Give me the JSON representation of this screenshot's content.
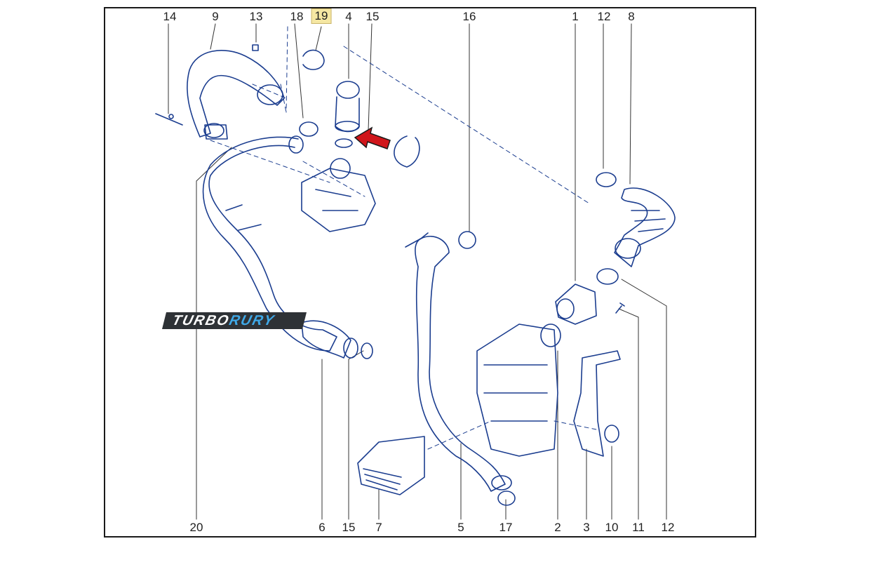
{
  "logo": {
    "part1": "TURBO",
    "part2": "RURY"
  },
  "callouts": {
    "c14": "14",
    "c9": "9",
    "c13": "13",
    "c18": "18",
    "c19": "19",
    "c4": "4",
    "c15t": "15",
    "c16": "16",
    "c1": "1",
    "c12t": "12",
    "c8": "8",
    "c20": "20",
    "c6": "6",
    "c15b": "15",
    "c7": "7",
    "c5": "5",
    "c17": "17",
    "c2": "2",
    "c3": "3",
    "c10": "10",
    "c11": "11",
    "c12b": "12"
  },
  "colors": {
    "line": "#1b3d8f",
    "highlight": "#f5e7a3",
    "arrow": "#d0161b",
    "logo_bg": "#2e3236",
    "logo_accent": "#3fa9e8"
  }
}
